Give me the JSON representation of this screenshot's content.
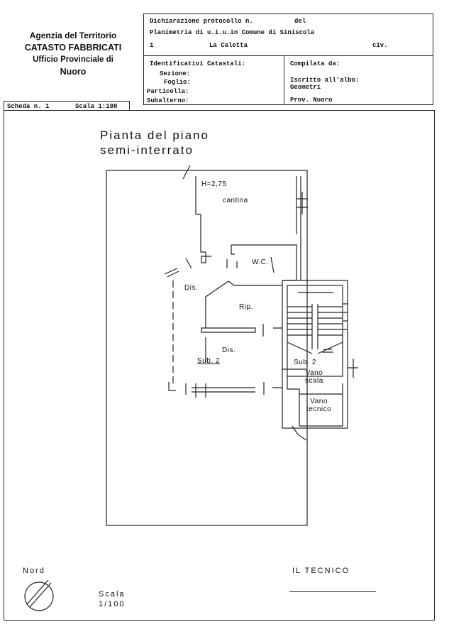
{
  "agency": {
    "line1": "Agenzia del Territorio",
    "line2": "CATASTO FABBRICATI",
    "line3": "Ufficio Provinciale di",
    "line4": "Nuoro"
  },
  "header": {
    "dichiarazione": "Dichiarazione protocollo n.",
    "del": "del",
    "planimetria": "Planimetria di u.i.u.in Comune di Siniscola",
    "index": "1",
    "location": "La Caletta",
    "civ": "civ.",
    "identificativi": "Identificativi Catastali:",
    "sezione": "Sezione:",
    "foglio": "Foglio:",
    "particella": "Particella:",
    "subalterno": "Subalterno:",
    "compilata": "Compilata da:",
    "iscritto": "Iscritto all'albo:",
    "albo": "Geometri",
    "prov": "Prov. Nuoro"
  },
  "scheda": {
    "label": "Scheda n. 1",
    "scala": "Scala 1:100"
  },
  "plan": {
    "title_line1": "Pianta del piano",
    "title_line2": "semi-interrato",
    "height": "H=2,75",
    "cantina": "cantina",
    "wc": "W.C.",
    "dis1": "Dis.",
    "rip": "Rip.",
    "dis2": "Dis.",
    "sub_left": "Sub. 2",
    "sub_right": "Sub. 2",
    "vano_scala_1": "Vano",
    "vano_scala_2": "scala",
    "vano_tecnico_1": "Vano",
    "vano_tecnico_2": "tecnico"
  },
  "footer": {
    "nord": "Nord",
    "scala_label": "Scala",
    "scala_value": "1/100",
    "tecnico": "IL TECNICO"
  }
}
